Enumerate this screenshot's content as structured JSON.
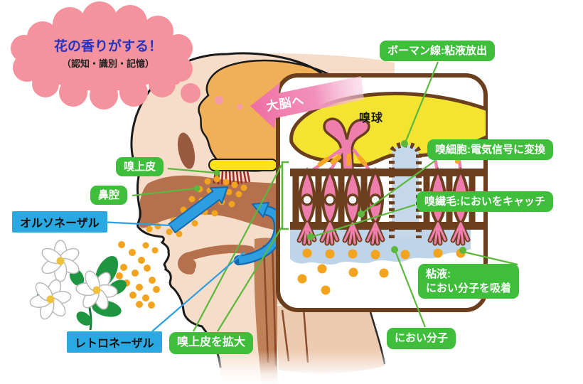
{
  "scene": {
    "thought_bubble": {
      "title": "花の香りがする！",
      "subtitle": "（認知・識別・記憶）"
    },
    "head": {
      "cerebrum_arrow_label": "大脳へ"
    },
    "panel": {
      "olfactory_bulb_label": "嗅球"
    },
    "annotations": {
      "olfactory_epithelium": "嗅上皮",
      "nasal_cavity": "鼻腔",
      "orthonasal": "オルソネーザル",
      "retronasal": "レトロネーザル",
      "bowman_gland": "ボーマン線:粘液放出",
      "olfactory_cell": "嗅細胞:電気信号に変換",
      "olfactory_cilia": "嗅繊毛:においをキャッチ",
      "mucus_line1": "粘液:",
      "mucus_line2": "におい分子を吸着",
      "odor_molecule": "におい分子",
      "epithelium_zoom": "嗅上皮を拡大"
    },
    "colors": {
      "label_green": "#3EBE3B",
      "label_blue": "#29A8E2",
      "cloud_pink": "#F4939D",
      "molecule_orange": "#F2A41F",
      "flow_arrow_blue": "#2D9EE0",
      "cerebrum_arrow_pink": "#EE6FA4",
      "cell_pink": "#EE7FAC",
      "panel_border_brown": "#6B3F1E",
      "mucus_blue": "#BDD4E9",
      "bulb_yellow": "#F2E431",
      "brain_orange": "#F0B057",
      "skin": "#F6DDC9",
      "nasal_cavity_brown": "#B5714E"
    }
  }
}
